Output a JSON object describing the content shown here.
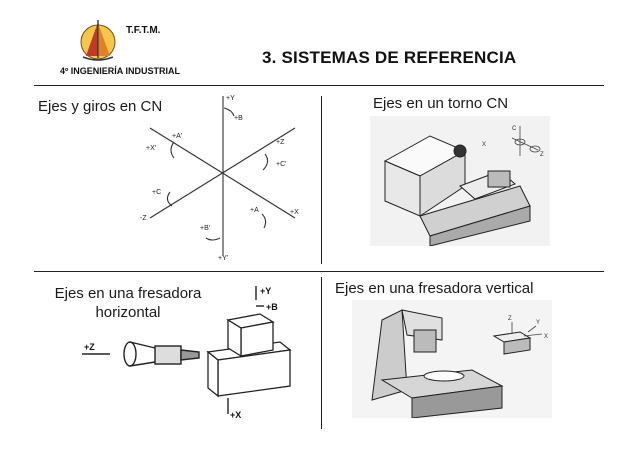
{
  "header": {
    "institution": "T.F.T.M.",
    "course": "4º INGENIERÍA INDUSTRIAL",
    "title": "3. SISTEMAS DE REFERENCIA"
  },
  "panels": {
    "top_left": {
      "caption": "Ejes y giros en CN",
      "axis_labels": [
        "+Y",
        "+B",
        "+A'",
        "+Z",
        "+X'",
        "+C'",
        "+C",
        "-Z",
        "+A",
        "+X",
        "+B'",
        "+Y'"
      ]
    },
    "top_right": {
      "caption": "Ejes en un torno CN",
      "axis_labels": [
        "X",
        "Z",
        "C"
      ]
    },
    "bottom_left": {
      "caption_line1": "Ejes en una fresadora",
      "caption_line2": "horizontal",
      "axis_labels": [
        "+Y",
        "+B",
        "+Z",
        "+X"
      ]
    },
    "bottom_right": {
      "caption": "Ejes en una fresadora vertical",
      "axis_labels": [
        "Z",
        "Y",
        "X"
      ]
    }
  },
  "colors": {
    "rule": "#222222",
    "logo_red": "#c0392b",
    "logo_yellow": "#f1c40f"
  }
}
